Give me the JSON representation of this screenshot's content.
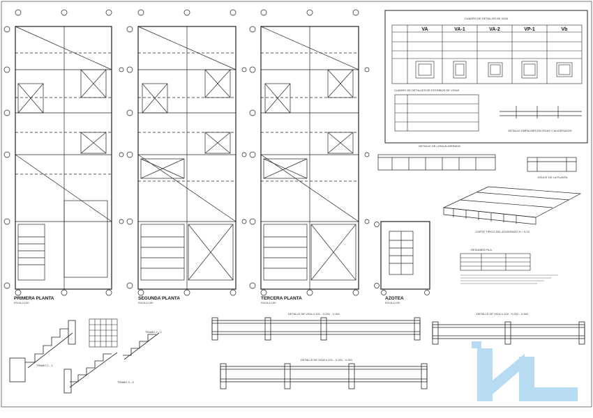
{
  "plans": [
    {
      "title": "PRIMERA PLANTA",
      "scale": "ESCALA 1/50"
    },
    {
      "title": "SEGUNDA PLANTA",
      "scale": "ESCALA 1/50"
    },
    {
      "title": "TERCERA PLANTA",
      "scale": "ESCALA 1/50"
    },
    {
      "title": "AZOTEA",
      "scale": "ESCALA 1/50"
    }
  ],
  "beam_table": {
    "title": "CUADRO DE DETALLES DE VIGA",
    "columns": [
      "VA",
      "VA-1",
      "VA-2",
      "VP-1",
      "Vb"
    ]
  },
  "stirrup_table": {
    "title": "CUADRO DE DETALLES DE ESTRIBOS DE VIGAS"
  },
  "beam_bend_detail": {
    "title": "DETALLE EMPALMES EN VIGAS Y ALIGERADOS"
  },
  "slab_detail": {
    "title": "DETALLE DE LOSA ALIGERADA"
  },
  "slab_section": {
    "title": "CORTE TIPICO DEL ALIGERADO H = 0.20"
  },
  "slab_cross": {
    "title": "CRUCE DE LA PLANTA"
  },
  "small_table": {
    "title": "RESUMEN PILA"
  },
  "stairs": [
    {
      "label": "TRAMO 1 - 1"
    },
    {
      "label": "TRAMO 2 - 2"
    },
    {
      "label": "TRAMO 3 - 3"
    }
  ],
  "beam_details": [
    {
      "title": "DETALLE DE VIGA V-101 - V-201 - V-301"
    },
    {
      "title": "DETALLE DE VIGA V-102 - V-202 - V-302"
    },
    {
      "title": "DETALLE DE VIGA V-101 - V-201 - V-301"
    }
  ],
  "colors": {
    "line": "#222222",
    "logo": "#b7dbf2"
  }
}
